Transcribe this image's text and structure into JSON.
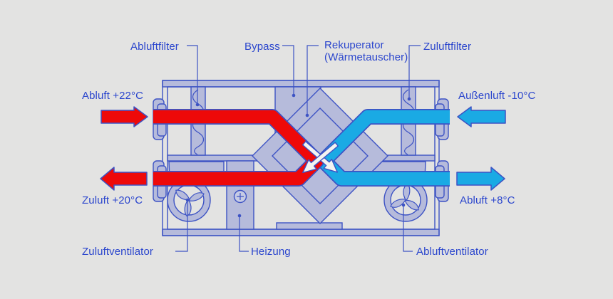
{
  "diagram_title": "Rekuperator / Wärmetauscher Lüftungsgerät Schema",
  "colors": {
    "background": "#e3e3e2",
    "line": "#3d53c4",
    "text": "#2b46cd",
    "purple": "#b6bbdb",
    "lightpurple": "#c6cbe4",
    "red": "#ee0909",
    "cyan": "#1aaae4",
    "white": "#f4f4f1"
  },
  "labels": {
    "abluftfilter": "Abluftfilter",
    "bypass": "Bypass",
    "rekuperator_line1": "Rekuperator",
    "rekuperator_line2": "(Wärmetauscher)",
    "zuluftfilter": "Zuluftfilter",
    "abluft_in": "Abluft +22°C",
    "zuluft_out": "Zuluft +20°C",
    "aussenluft_in": "Außenluft -10°C",
    "abluft_out": "Abluft +8°C",
    "zuluftventilator": "Zuluftventilator",
    "heizung": "Heizung",
    "abluftventilator": "Abluftventilator"
  }
}
